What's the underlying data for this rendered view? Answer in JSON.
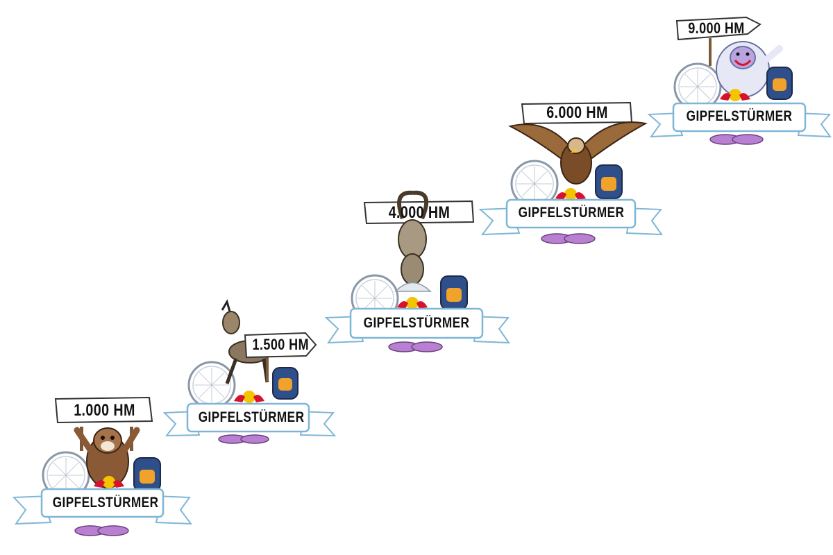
{
  "badges": [
    {
      "altitude": "1.000 HM",
      "title": "GIPFELSTÜRMER",
      "animal": "marmot"
    },
    {
      "altitude": "1.500 HM",
      "title": "GIPFELSTÜRMER",
      "animal": "chamois"
    },
    {
      "altitude": "4.000 HM",
      "title": "GIPFELSTÜRMER",
      "animal": "ibex"
    },
    {
      "altitude": "6.000 HM",
      "title": "GIPFELSTÜRMER",
      "animal": "eagle"
    },
    {
      "altitude": "9.000 HM",
      "title": "GIPFELSTÜRMER",
      "animal": "yeti"
    }
  ],
  "colors": {
    "banner_fill": "#ffffff",
    "banner_edge": "#7fb6d6",
    "shoes": "#b97fd0",
    "backpack": "#2f4f8a",
    "backpack_accent": "#f0a22a",
    "wheel": "#8a97a8",
    "logo_red": "#d8112d",
    "logo_yellow": "#f5c400"
  }
}
